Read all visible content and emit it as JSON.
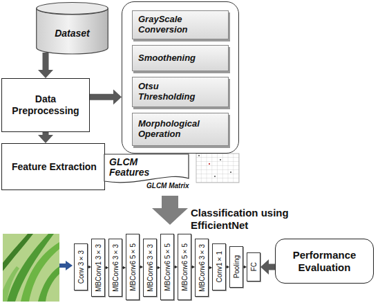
{
  "diagram": {
    "nodes": [
      {
        "text": [
          "Dataset"
        ]
      },
      {
        "text": []
      },
      {
        "text": [
          "GrayScale Conversion"
        ],
        "in": 1
      },
      {
        "text": [
          "Smoothening"
        ],
        "in": 1
      },
      {
        "text": [
          "Otsu Thresholding"
        ],
        "in": 1
      },
      {
        "text": [
          "Morphological Operation"
        ],
        "in": 1
      },
      {
        "text": [
          "Data Preprocessing"
        ]
      },
      {
        "text": [
          "Feature Extraction"
        ]
      },
      {
        "text": [
          "GLCM Features"
        ]
      },
      {
        "text": [
          "Conv 3×3"
        ]
      },
      {
        "text": [
          "MBConv1 3×3"
        ]
      },
      {
        "text": [
          "MBConv6 3×3"
        ]
      },
      {
        "text": [
          "MBConv6 5×5"
        ]
      },
      {
        "text": [
          "MBConv6 3×3"
        ]
      },
      {
        "text": [
          "MBConv6 5×5"
        ]
      },
      {
        "text": [
          "MBConv6 5×5"
        ]
      },
      {
        "text": [
          "MBConv6 3×3"
        ]
      },
      {
        "text": [
          "Conv1×1"
        ]
      },
      {
        "text": [
          "Pooling"
        ]
      },
      {
        "text": [
          "FC"
        ]
      },
      {
        "text": [
          "Performance Evaluation"
        ]
      }
    ],
    "edges": [
      {
        "from": 0,
        "to": 6,
        "arrow": "to"
      },
      {
        "from": 6,
        "to": 1,
        "arrow": "to"
      },
      {
        "from": 6,
        "to": 7,
        "arrow": "to"
      },
      {
        "from": 9,
        "to": 10,
        "arrow": "to"
      },
      {
        "from": 10,
        "to": 11,
        "arrow": "to"
      },
      {
        "from": 11,
        "to": 12,
        "arrow": "to"
      },
      {
        "from": 12,
        "to": 13,
        "arrow": "to"
      },
      {
        "from": 13,
        "to": 14,
        "arrow": "to"
      },
      {
        "from": 14,
        "to": 15,
        "arrow": "to"
      },
      {
        "from": 15,
        "to": 16,
        "arrow": "to"
      },
      {
        "from": 16,
        "to": 17,
        "arrow": "to"
      },
      {
        "from": 17,
        "to": 18,
        "arrow": "to"
      },
      {
        "from": 18,
        "to": 19,
        "arrow": "to"
      },
      {
        "from": 20,
        "to": 19,
        "arrow": "to"
      }
    ],
    "labels": [
      "GLCM Matrix",
      "Classification using EfficientNet"
    ]
  }
}
